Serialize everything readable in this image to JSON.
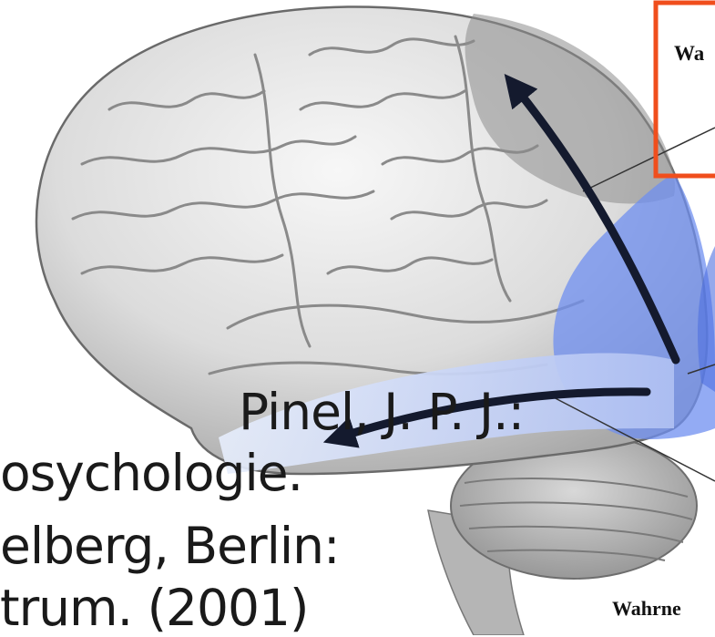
{
  "slide": {
    "citation_lines": [
      "Pinel, J. P. J.:",
      "osychologie.",
      "elberg, Berlin:",
      "trum. (2001)"
    ],
    "figure_labels": {
      "box_label": "Wa",
      "bottom_label": "Wahrne"
    }
  },
  "colors": {
    "box_border": "#f04e1c",
    "pathway_blue": "#6f8ff0",
    "pathway_light": "#c8d6f7",
    "parietal_gray": "#8c8c8c",
    "arrow": "#141a2e"
  },
  "icons": {
    "brain": "brain-illustration",
    "dorsal_arrow": "arrow-up-icon",
    "ventral_arrow": "arrow-left-icon"
  }
}
